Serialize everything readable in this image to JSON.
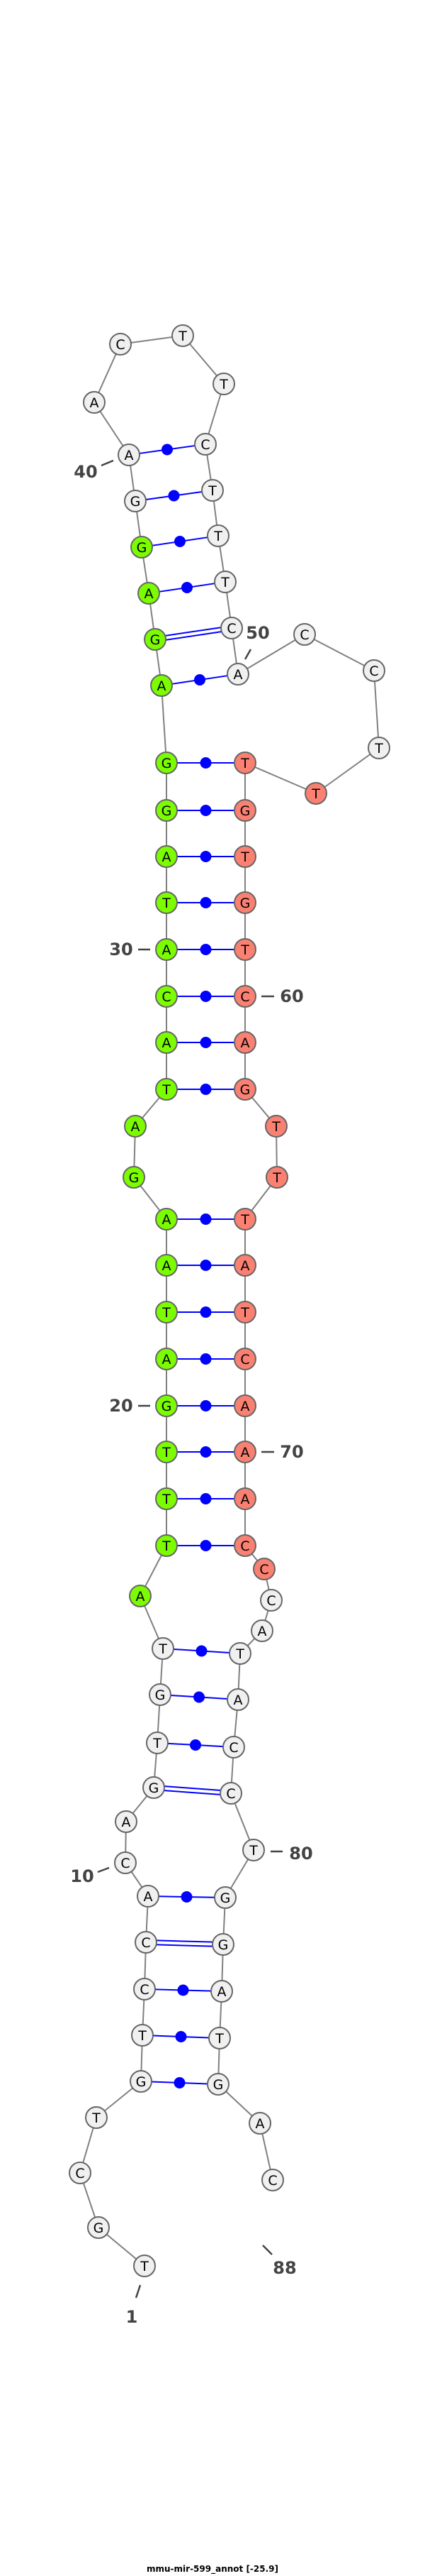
{
  "title": "mmu-mir-599_annot [-25.9]",
  "sequence": "TGCTGTCCACAGTGTATTTGATAAGATACATAGGAGAGGAACTTCTTTCACCTTTGTGTCAGTTTATCAAACCCATACCTGGATGAC",
  "colors": {
    "default_fill": "#f0f0f0",
    "green_fill": "#7cfc00",
    "red_fill": "#fa8072",
    "pair_color": "#0000ff",
    "backbone_color": "#808080"
  },
  "highlights": [
    {
      "from": 16,
      "to": 38,
      "color": "green"
    },
    {
      "from": 54,
      "to": 73,
      "color": "red"
    }
  ],
  "pairs": [
    [
      5,
      85
    ],
    [
      6,
      84
    ],
    [
      7,
      83
    ],
    [
      8,
      82
    ],
    [
      9,
      81
    ],
    [
      12,
      79
    ],
    [
      13,
      78
    ],
    [
      14,
      77
    ],
    [
      15,
      76
    ],
    [
      17,
      72
    ],
    [
      18,
      71
    ],
    [
      19,
      70
    ],
    [
      20,
      69
    ],
    [
      21,
      68
    ],
    [
      22,
      67
    ],
    [
      23,
      66
    ],
    [
      24,
      65
    ],
    [
      27,
      62
    ],
    [
      28,
      61
    ],
    [
      29,
      60
    ],
    [
      30,
      59
    ],
    [
      31,
      58
    ],
    [
      32,
      57
    ],
    [
      33,
      56
    ],
    [
      34,
      55
    ],
    [
      35,
      50
    ],
    [
      36,
      49
    ],
    [
      37,
      48
    ],
    [
      38,
      47
    ],
    [
      39,
      46
    ],
    [
      40,
      45
    ]
  ],
  "position_labels": [
    {
      "index": 1,
      "text": "1"
    },
    {
      "index": 10,
      "text": "10"
    },
    {
      "index": 20,
      "text": "20"
    },
    {
      "index": 30,
      "text": "30"
    },
    {
      "index": 40,
      "text": "40"
    },
    {
      "index": 50,
      "text": "50"
    },
    {
      "index": 60,
      "text": "60"
    },
    {
      "index": 70,
      "text": "70"
    },
    {
      "index": 80,
      "text": "80"
    },
    {
      "index": 88,
      "text": "88"
    }
  ]
}
